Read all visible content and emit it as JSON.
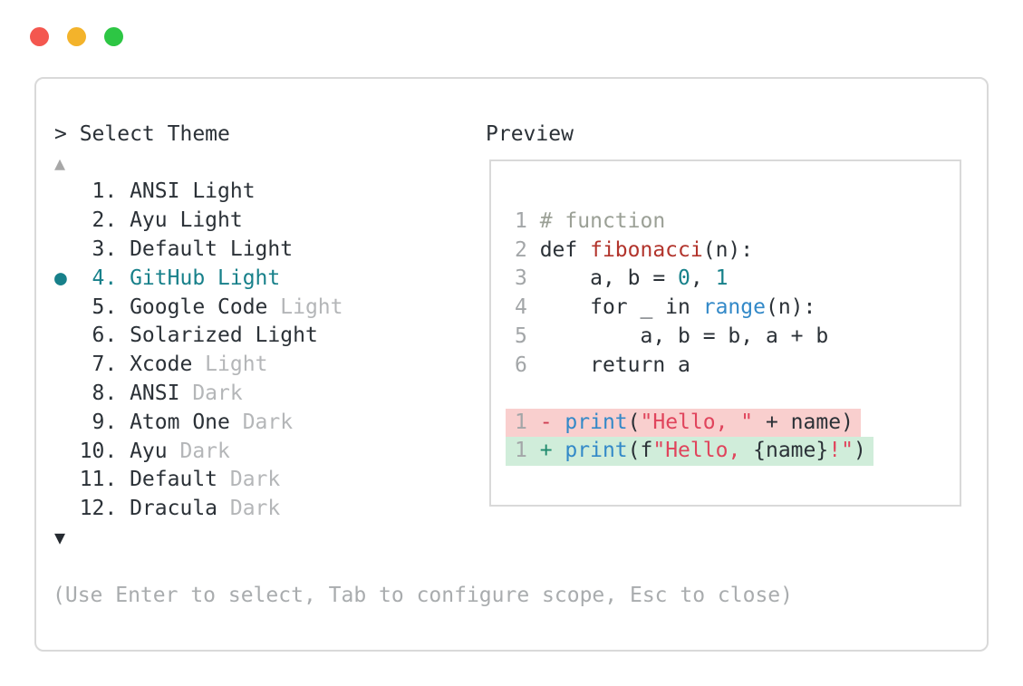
{
  "window_controls": {
    "buttons": [
      "close",
      "minimize",
      "zoom"
    ]
  },
  "picker": {
    "prompt": "> Select Theme",
    "scroll_up_icon": "▲",
    "scroll_down_icon": "▼",
    "selected_index": 3,
    "items": [
      {
        "number": "1.",
        "name": "ANSI Light",
        "dim": ""
      },
      {
        "number": "2.",
        "name": "Ayu Light",
        "dim": ""
      },
      {
        "number": "3.",
        "name": "Default Light",
        "dim": ""
      },
      {
        "number": "4.",
        "name": "GitHub Light",
        "dim": ""
      },
      {
        "number": "5.",
        "name": "Google Code",
        "dim": "Light"
      },
      {
        "number": "6.",
        "name": "Solarized Light",
        "dim": ""
      },
      {
        "number": "7.",
        "name": "Xcode",
        "dim": "Light"
      },
      {
        "number": "8.",
        "name": "ANSI",
        "dim": "Dark"
      },
      {
        "number": "9.",
        "name": "Atom One",
        "dim": "Dark"
      },
      {
        "number": "10.",
        "name": "Ayu",
        "dim": "Dark"
      },
      {
        "number": "11.",
        "name": "Default",
        "dim": "Dark"
      },
      {
        "number": "12.",
        "name": "Dracula",
        "dim": "Dark"
      }
    ],
    "hint": "(Use Enter to select, Tab to configure scope, Esc to close)"
  },
  "preview": {
    "label": "Preview",
    "code_lines": [
      {
        "num": "1",
        "tokens": [
          [
            "comment",
            "# function"
          ]
        ]
      },
      {
        "num": "2",
        "tokens": [
          [
            "plain",
            "def "
          ],
          [
            "func",
            "fibonacci"
          ],
          [
            "plain",
            "(n):"
          ]
        ]
      },
      {
        "num": "3",
        "tokens": [
          [
            "plain",
            "    a, b = "
          ],
          [
            "number",
            "0"
          ],
          [
            "plain",
            ", "
          ],
          [
            "number",
            "1"
          ]
        ]
      },
      {
        "num": "4",
        "tokens": [
          [
            "plain",
            "    for _ in "
          ],
          [
            "call",
            "range"
          ],
          [
            "plain",
            "(n):"
          ]
        ]
      },
      {
        "num": "5",
        "tokens": [
          [
            "plain",
            "        a, b = b, a + b"
          ]
        ]
      },
      {
        "num": "6",
        "tokens": [
          [
            "plain",
            "    return a"
          ]
        ]
      },
      {
        "blank": true
      },
      {
        "num": "1",
        "diff": "removed",
        "tokens": [
          [
            "minus",
            "- "
          ],
          [
            "call",
            "print"
          ],
          [
            "plain",
            "("
          ],
          [
            "string",
            "\"Hello, \""
          ],
          [
            "plain",
            " + name)"
          ]
        ]
      },
      {
        "num": "1",
        "diff": "added",
        "tokens": [
          [
            "plus",
            "+ "
          ],
          [
            "call",
            "print"
          ],
          [
            "plain",
            "(f"
          ],
          [
            "string",
            "\"Hello, "
          ],
          [
            "plain",
            "{name}"
          ],
          [
            "string",
            "!\""
          ],
          [
            "plain",
            ")"
          ]
        ]
      }
    ]
  },
  "colors": {
    "text": "#2b3137",
    "dim": "#b4b6b8",
    "linenum": "#a3a6a8",
    "hint": "#a9acae",
    "selected": "#17808a",
    "comment": "#9ba096",
    "func": "#b2342c",
    "number": "#17818a",
    "call": "#3389c8",
    "string": "#e0445c",
    "minus": "#cf3d52",
    "plus": "#1f8a6d",
    "removed_bg": "#f9cfce",
    "added_bg": "#d0edda",
    "border": "#d9d9d9",
    "dot_red": "#f4574f",
    "dot_yellow": "#f3b32b",
    "dot_green": "#2dc644",
    "arrow_up": "#a7a7a7",
    "arrow_down": "#262b31"
  }
}
